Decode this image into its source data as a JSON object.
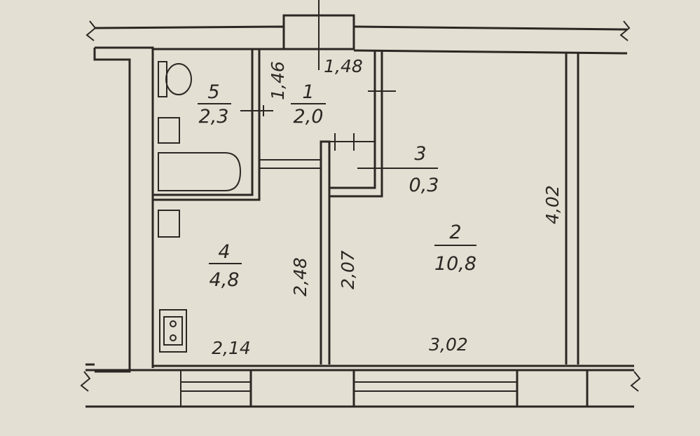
{
  "rooms": [
    {
      "number": "1",
      "area": "2,0"
    },
    {
      "number": "2",
      "area": "10,8"
    },
    {
      "number": "3",
      "area": "0,3"
    },
    {
      "number": "4",
      "area": "4,8"
    },
    {
      "number": "5",
      "area": "2,3"
    }
  ],
  "dimensions": {
    "bath_width": "1,46",
    "hall_width": "1,48",
    "kitchen_depth": "2,48",
    "partition_length": "2,07",
    "room_depth": "4,02",
    "kitchen_width": "2,14",
    "room_width": "3,02"
  }
}
